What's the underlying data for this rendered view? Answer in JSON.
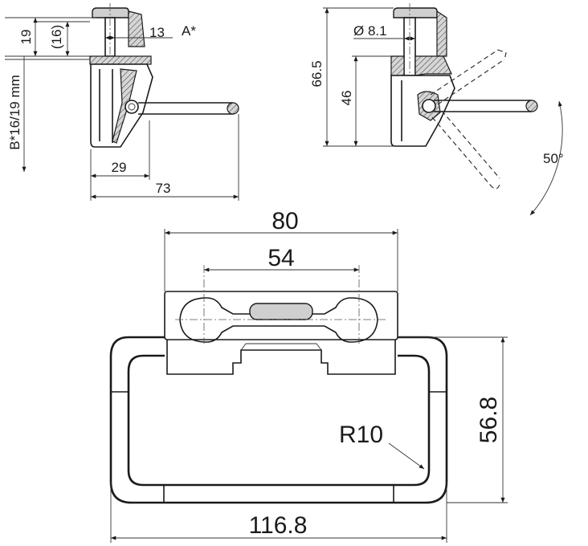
{
  "dimensions": {
    "d19": "19",
    "d16": "(16)",
    "d13": "13",
    "a_star": "A*",
    "slot_height": "B*16/19 mm",
    "d29": "29",
    "d73": "73",
    "dia81": "Ø 8.1",
    "d665": "66.5",
    "d46": "46",
    "angle50": "50°",
    "d80": "80",
    "d54": "54",
    "r10": "R10",
    "d568": "56.8",
    "d1168": "116.8"
  }
}
